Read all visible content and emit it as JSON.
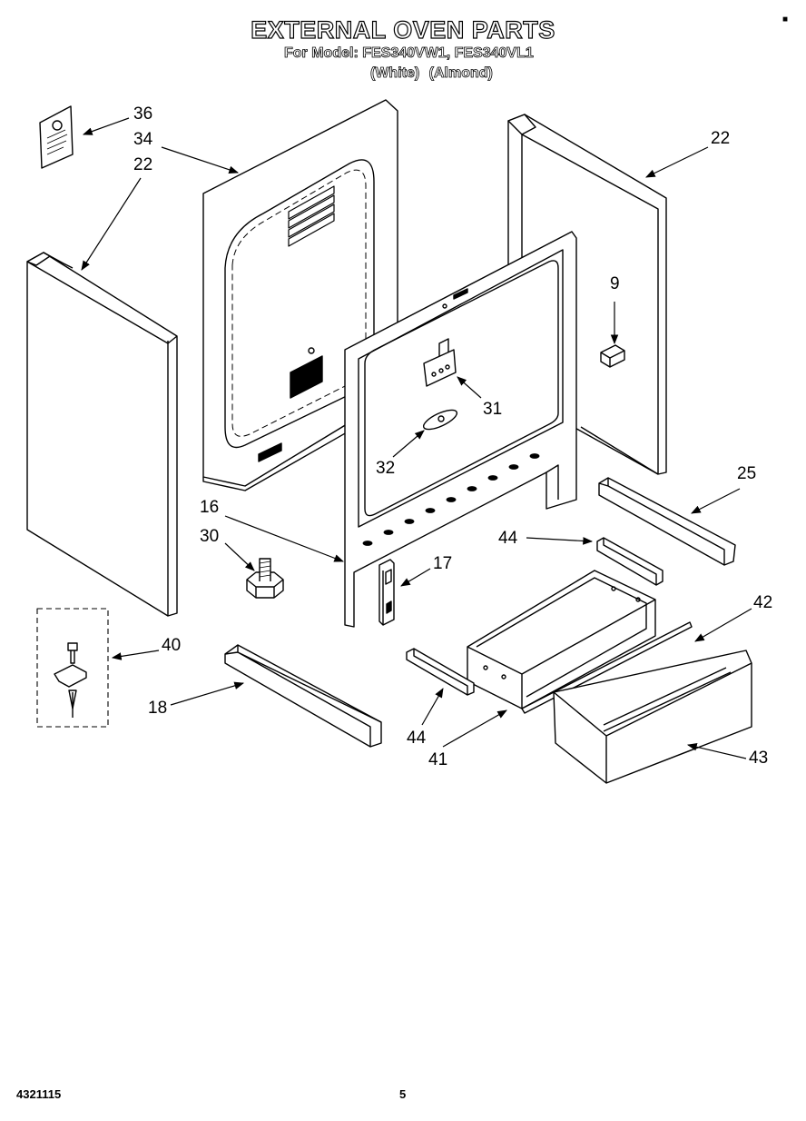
{
  "header": {
    "title": "EXTERNAL OVEN PARTS",
    "model_line": "For Model: FES340VW1, FES340VL1",
    "variants": "(White)  (Almond)"
  },
  "callouts": [
    "36",
    "34",
    "22",
    "22",
    "9",
    "31",
    "32",
    "16",
    "30",
    "17",
    "25",
    "44",
    "42",
    "40",
    "18",
    "44",
    "41",
    "43"
  ],
  "footer": {
    "doc_number": "4321115",
    "page_number": "5"
  }
}
